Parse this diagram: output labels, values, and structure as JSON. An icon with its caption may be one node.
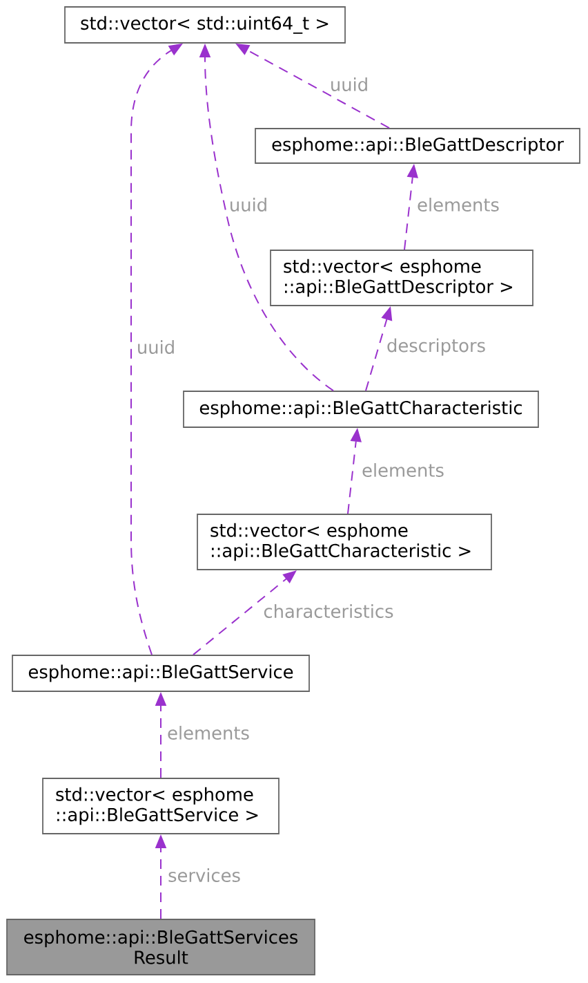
{
  "diagram": {
    "nodes": [
      {
        "text": [
          "std::vector< std::uint64_t >"
        ]
      },
      {
        "text": [
          "esphome::api::BleGattDescriptor"
        ]
      },
      {
        "text": [
          "std::vector< esphome ::api::BleGattDescriptor >"
        ]
      },
      {
        "text": [
          "esphome::api::BleGattCharacteristic"
        ]
      },
      {
        "text": [
          "std::vector< esphome ::api::BleGattCharacteristic >"
        ]
      },
      {
        "text": [
          "esphome::api::BleGattService"
        ]
      },
      {
        "text": [
          "std::vector< esphome ::api::BleGattService >"
        ]
      },
      {
        "text": [
          "esphome::api::BleGattServices Result"
        ]
      }
    ],
    "edges": [
      {
        "from": 1,
        "to": 0,
        "arrow": "to",
        "label": "uuid"
      },
      {
        "from": 3,
        "to": 0,
        "arrow": "to",
        "label": "uuid"
      },
      {
        "from": 5,
        "to": 0,
        "arrow": "to",
        "label": "uuid"
      },
      {
        "from": 2,
        "to": 1,
        "arrow": "to",
        "label": "elements"
      },
      {
        "from": 3,
        "to": 2,
        "arrow": "to",
        "label": "descriptors"
      },
      {
        "from": 4,
        "to": 3,
        "arrow": "to",
        "label": "elements"
      },
      {
        "from": 5,
        "to": 4,
        "arrow": "to",
        "label": "characteristics"
      },
      {
        "from": 6,
        "to": 5,
        "arrow": "to",
        "label": "elements"
      },
      {
        "from": 7,
        "to": 6,
        "arrow": "to",
        "label": "services"
      }
    ]
  }
}
